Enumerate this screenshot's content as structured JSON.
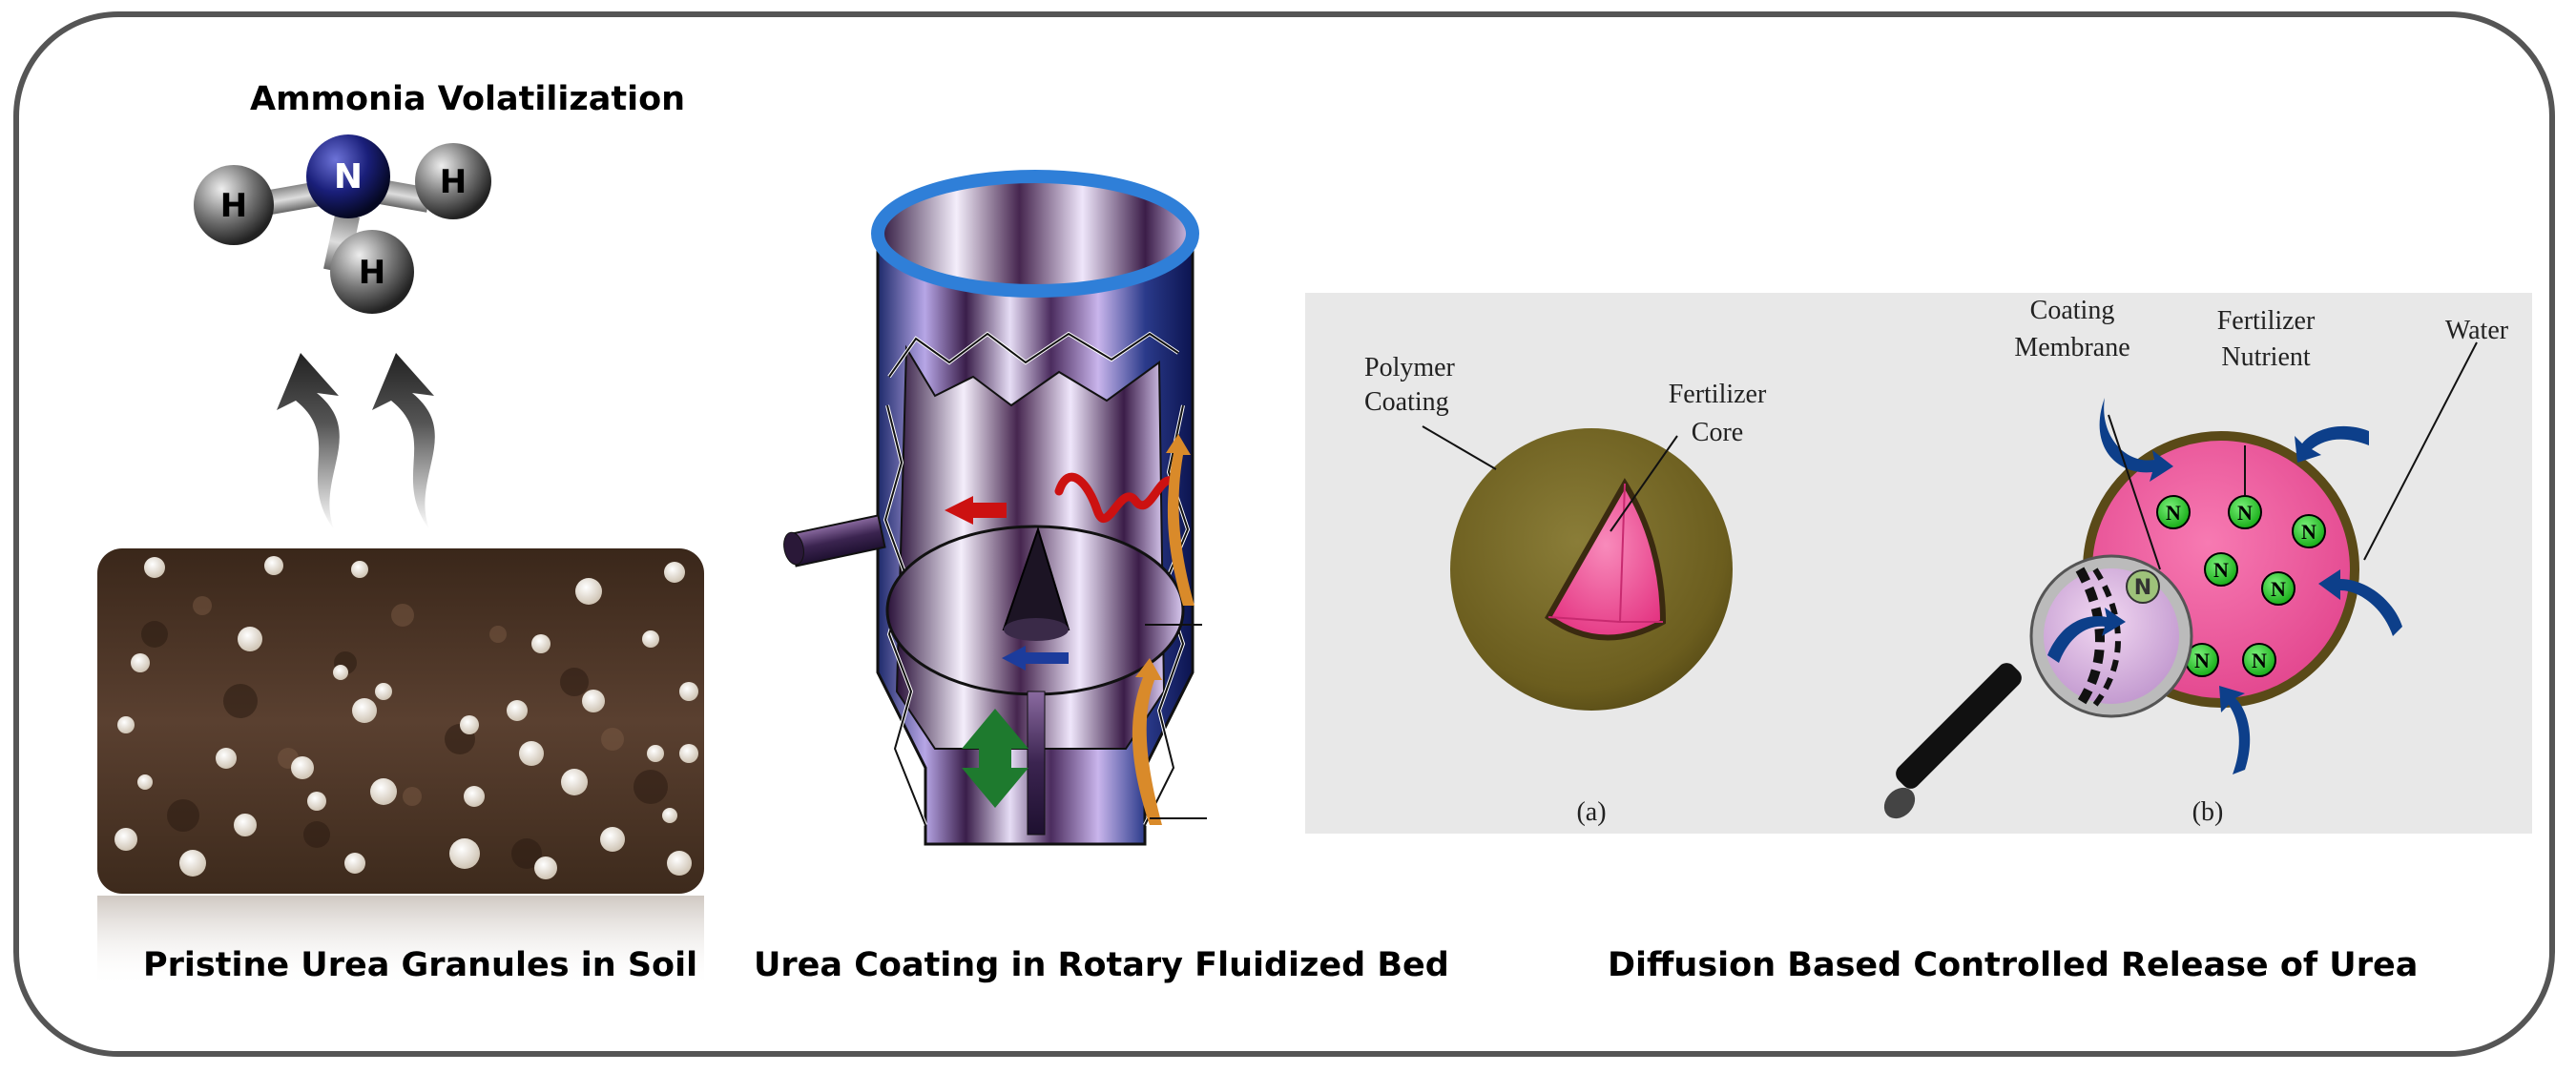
{
  "panels": {
    "left": {
      "title": "Ammonia Volatilization",
      "caption": "Pristine Urea Granules in Soil",
      "atoms": {
        "center": "N",
        "h1": "H",
        "h2": "H",
        "h3": "H"
      }
    },
    "middle": {
      "caption": "Urea Coating in Rotary Fluidized Bed"
    },
    "right": {
      "caption": "Diffusion Based Controlled Release of Urea",
      "diagram_a": {
        "label_polymer_line1": "Polymer",
        "label_polymer_line2": "Coating",
        "label_core_line1": "Fertilizer",
        "label_core_line2": "Core",
        "sub_label": "(a)"
      },
      "diagram_b": {
        "label_membrane_line1": "Coating",
        "label_membrane_line2": "Membrane",
        "label_nutrient_line1": "Fertilizer",
        "label_nutrient_line2": "Nutrient",
        "label_water": "Water",
        "nutrient_symbol": "N",
        "sub_label": "(b)"
      }
    }
  },
  "colors": {
    "frame": "#555555",
    "nitrogen": "#1a1f7a",
    "hydrogen": "#555555",
    "soil": "#4a3324",
    "coating": "#6b5d1e",
    "core": "#e8478e",
    "nutrient_green": "#1fc41f",
    "water_arrow": "#0d3f8a",
    "cylinder_rim": "#2f7fd8",
    "green_arrow": "#1e7a2e",
    "panel_bg": "#e8e8e8"
  }
}
